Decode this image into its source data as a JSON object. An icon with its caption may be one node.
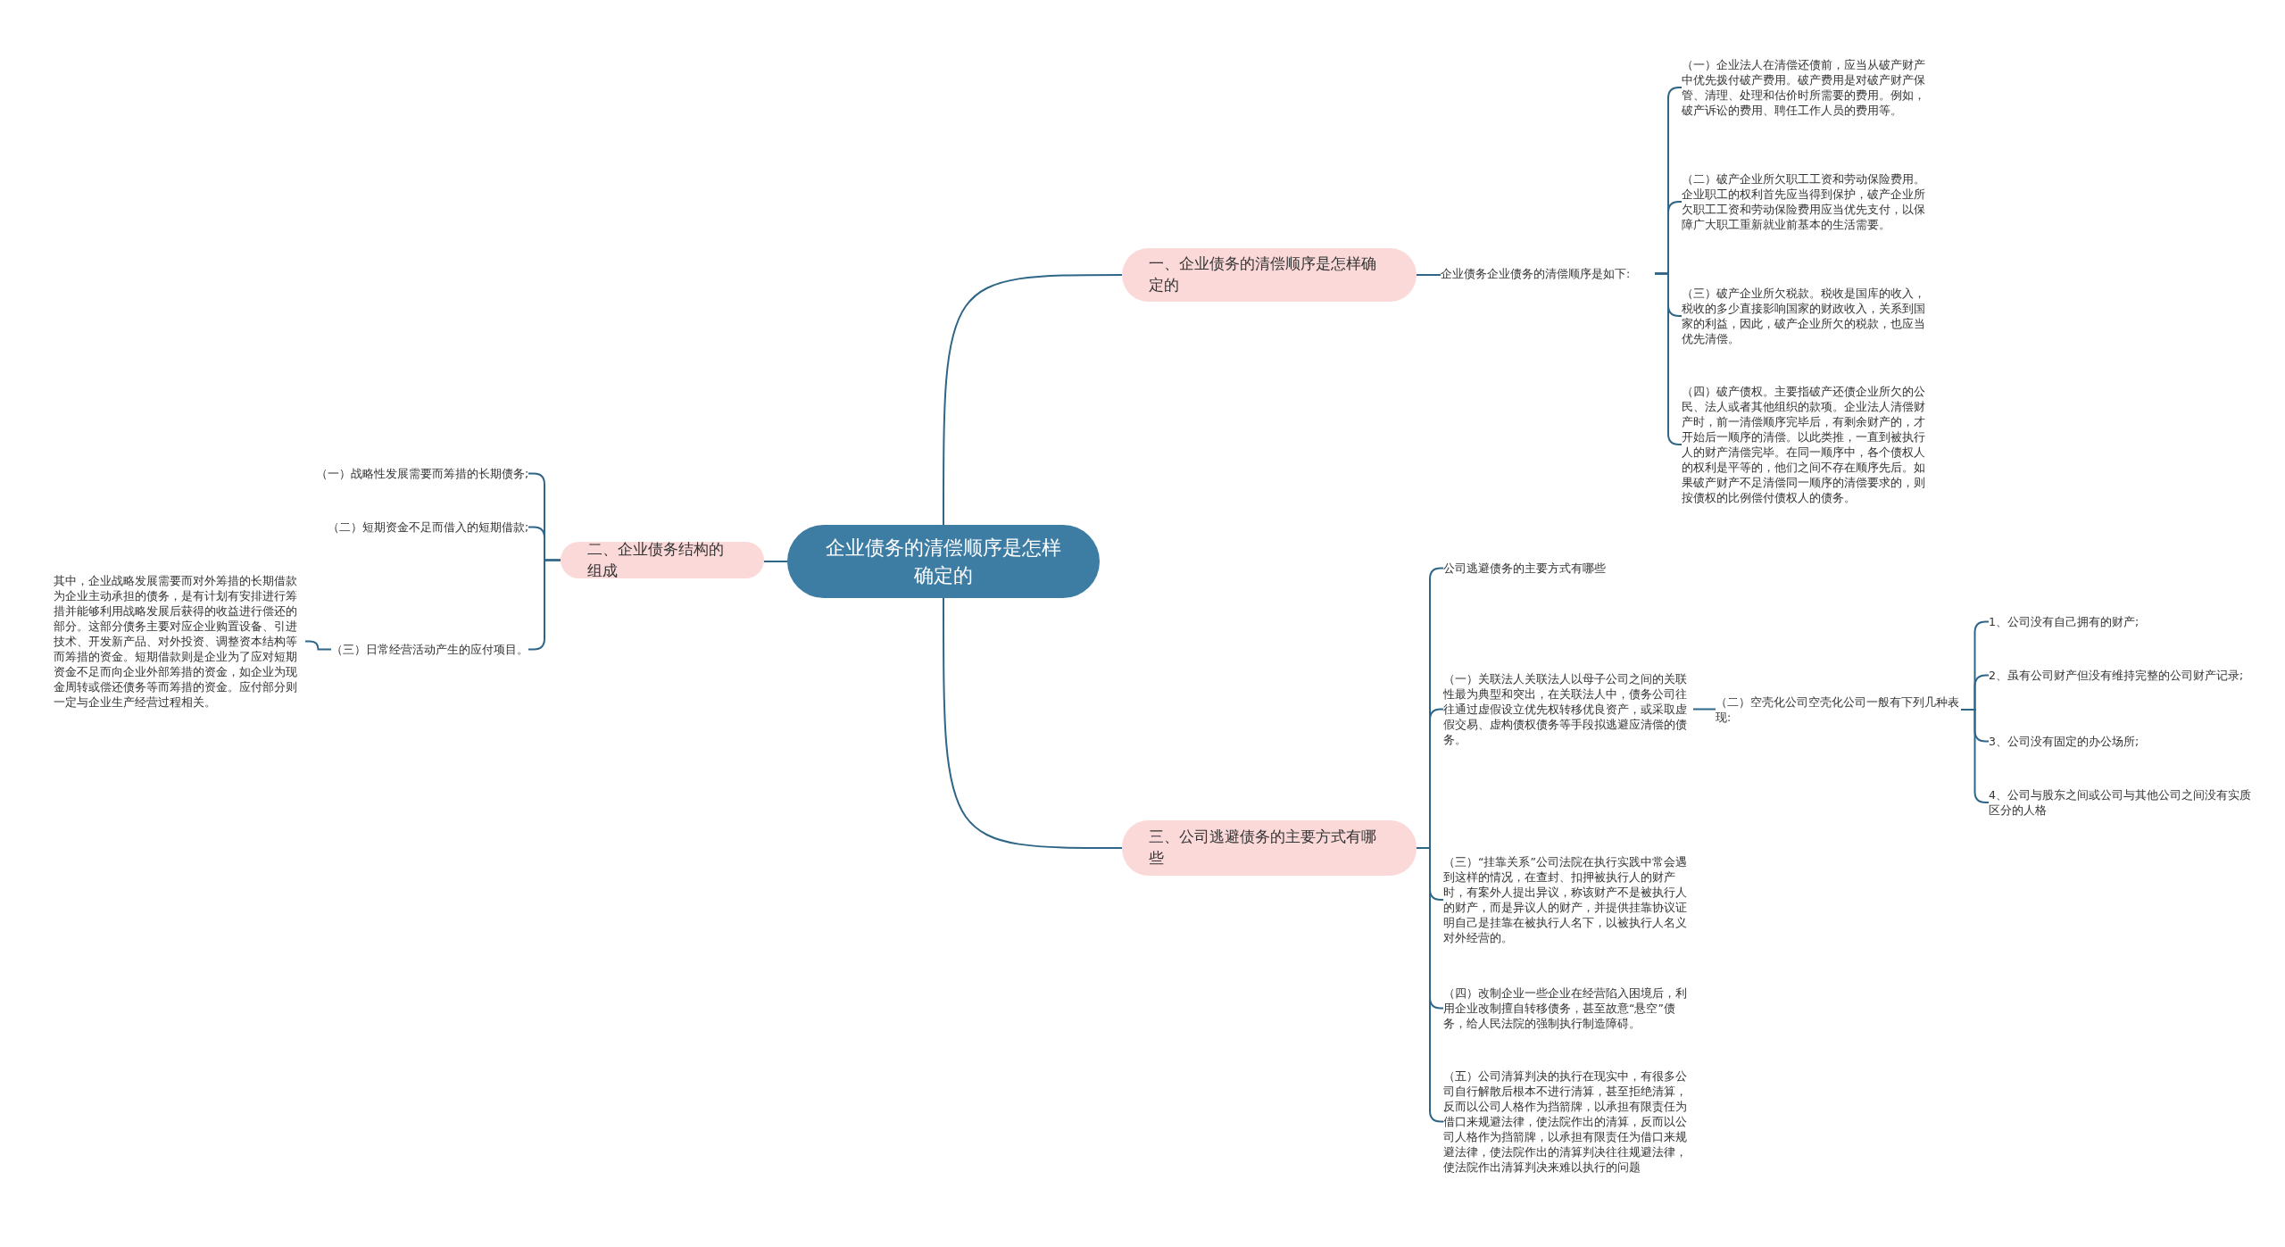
{
  "diagram": {
    "nodes": [
      {
        "text": [
          "企业债务的清偿顺序是怎样确定的"
        ]
      },
      {
        "text": [
          "一、企业债务的清偿顺序是怎样确定的"
        ]
      },
      {
        "text": [
          "企业债务企业债务的清偿顺序是如下:"
        ]
      },
      {
        "text": [
          "（一）企业法人在清偿还债前，应当从破产财产中优先拨付破产费用。破产费用是对破产财产保管、清理、处理和估价时所需要的费用。例如，破产诉讼的费用、聘任工作人员的费用等。"
        ]
      },
      {
        "text": [
          "（二）破产企业所欠职工工资和劳动保险费用。企业职工的权利首先应当得到保护，破产企业所欠职工工资和劳动保险费用应当优先支付，以保障广大职工重新就业前基本的生活需要。"
        ]
      },
      {
        "text": [
          "（三）破产企业所欠税款。税收是国库的收入，税收的多少直接影响国家的财政收入，关系到国家的利益，因此，破产企业所欠的税款，也应当优先清偿。"
        ]
      },
      {
        "text": [
          "（四）破产债权。主要指破产还债企业所欠的公民、法人或者其他组织的款项。企业法人清偿财产时，前一清偿顺序完毕后，有剩余财产的，才开始后一顺序的清偿。以此类推，一直到被执行人的财产清偿完毕。在同一顺序中，各个债权人的权利是平等的，他们之间不存在顺序先后。如果破产财产不足清偿同一顺序的清偿要求的，则按债权的比例偿付债权人的债务。"
        ]
      },
      {
        "text": [
          "二、企业债务结构的组成"
        ]
      },
      {
        "text": [
          "（一）战略性发展需要而筹措的长期债务;"
        ]
      },
      {
        "text": [
          "（二）短期资金不足而借入的短期借款;"
        ]
      },
      {
        "text": [
          "（三）日常经营活动产生的应付项目。"
        ]
      },
      {
        "text": [
          "其中，企业战略发展需要而对外筹措的长期借款为企业主动承担的债务，是有计划有安排进行筹措并能够利用战略发展后获得的收益进行偿还的部分。这部分债务主要对应企业购置设备、引进技术、开发新产品、对外投资、调整资本结构等而筹措的资金。短期借款则是企业为了应对短期资金不足而向企业外部筹措的资金，如企业为现金周转或偿还债务等而筹措的资金。应付部分则一定与企业生产经营过程相关。"
        ]
      },
      {
        "text": [
          "三、公司逃避债务的主要方式有哪些"
        ]
      },
      {
        "text": [
          "公司逃避债务的主要方式有哪些"
        ]
      },
      {
        "text": [
          "（一）关联法人关联法人以母子公司之间的关联性最为典型和突出，在关联法人中，债务公司往往通过虚假设立优先权转移优良资产，或采取虚假交易、虚构债权债务等手段拟逃避应清偿的债务。"
        ]
      },
      {
        "text": [
          "（二）空壳化公司空壳化公司一般有下列几种表现:"
        ]
      },
      {
        "text": [
          "1、公司没有自己拥有的财产;"
        ]
      },
      {
        "text": [
          "2、虽有公司财产但没有维持完整的公司财产记录;"
        ]
      },
      {
        "text": [
          "3、公司没有固定的办公场所;"
        ]
      },
      {
        "text": [
          "4、公司与股东之间或公司与其他公司之间没有实质区分的人格"
        ]
      },
      {
        "text": [
          "（三）“挂靠关系”公司法院在执行实践中常会遇到这样的情况，在查封、扣押被执行人的财产时，有案外人提出异议，称该财产不是被执行人的财产，而是异议人的财产，并提供挂靠协议证明自己是挂靠在被执行人名下，以被执行人名义对外经营的。"
        ]
      },
      {
        "text": [
          "（四）改制企业一些企业在经营陷入困境后，利用企业改制擅自转移债务，甚至故意“悬空”债务，给人民法院的强制执行制造障碍。"
        ]
      },
      {
        "text": [
          "（五）公司清算判决的执行在现实中，有很多公司自行解散后根本不进行清算，甚至拒绝清算，反而以公司人格作为挡箭牌，以承担有限责任为借口来规避法律，使法院作出的清算，反而以公司人格作为挡箭牌，以承担有限责任为借口来规避法律，使法院作出的清算判决往往规避法律，使法院作出清算判决来难以执行的问题"
        ]
      }
    ],
    "edges": [
      {
        "from": 0,
        "to": 1,
        "arrow": "none"
      },
      {
        "from": 0,
        "to": 7,
        "arrow": "none"
      },
      {
        "from": 0,
        "to": 12,
        "arrow": "none"
      },
      {
        "from": 1,
        "to": 2,
        "arrow": "none"
      },
      {
        "from": 2,
        "to": 3,
        "arrow": "none"
      },
      {
        "from": 2,
        "to": 4,
        "arrow": "none"
      },
      {
        "from": 2,
        "to": 5,
        "arrow": "none"
      },
      {
        "from": 2,
        "to": 6,
        "arrow": "none"
      },
      {
        "from": 7,
        "to": 8,
        "arrow": "none"
      },
      {
        "from": 7,
        "to": 9,
        "arrow": "none"
      },
      {
        "from": 7,
        "to": 10,
        "arrow": "none"
      },
      {
        "from": 10,
        "to": 11,
        "arrow": "none"
      },
      {
        "from": 12,
        "to": 13,
        "arrow": "none"
      },
      {
        "from": 12,
        "to": 14,
        "arrow": "none"
      },
      {
        "from": 14,
        "to": 15,
        "arrow": "none"
      },
      {
        "from": 15,
        "to": 16,
        "arrow": "none"
      },
      {
        "from": 15,
        "to": 17,
        "arrow": "none"
      },
      {
        "from": 15,
        "to": 18,
        "arrow": "none"
      },
      {
        "from": 15,
        "to": 19,
        "arrow": "none"
      },
      {
        "from": 12,
        "to": 20,
        "arrow": "none"
      },
      {
        "from": 12,
        "to": 21,
        "arrow": "none"
      },
      {
        "from": 12,
        "to": 22,
        "arrow": "none"
      }
    ]
  }
}
